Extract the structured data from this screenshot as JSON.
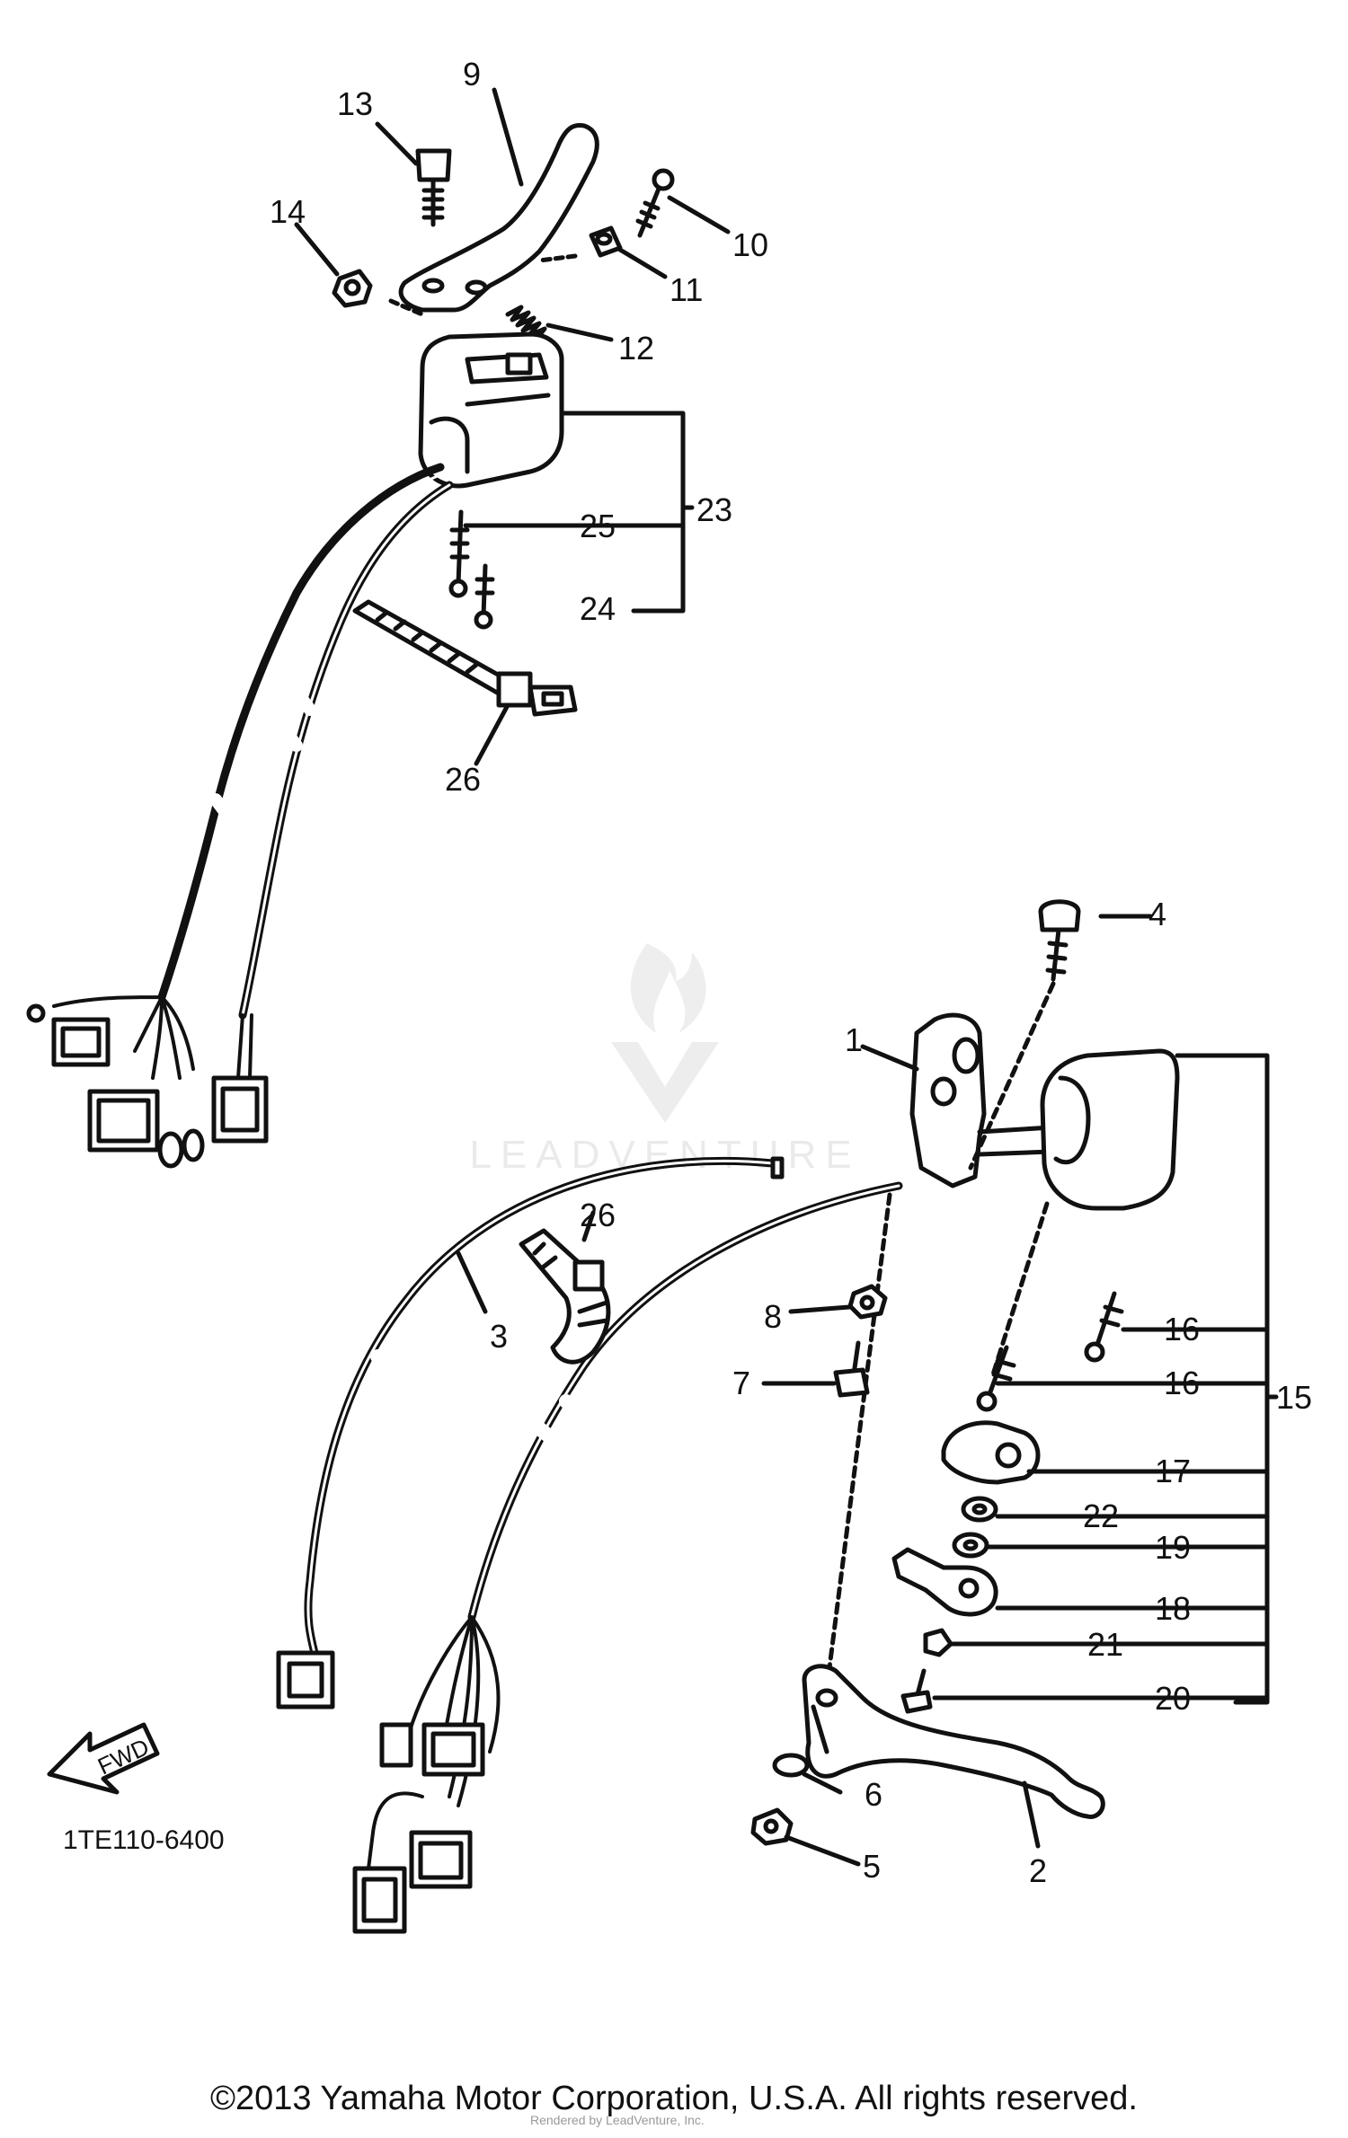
{
  "diagram": {
    "part_number_code": "1TE110-6400",
    "direction_label": "FWD",
    "watermark_text": "LEADVENTURE",
    "copyright": "©2013 Yamaha Motor Corporation, U.S.A. All rights reserved.",
    "render_credit": "Rendered by LeadVenture, Inc.",
    "callouts": {
      "c1": "1",
      "c2": "2",
      "c3": "3",
      "c4": "4",
      "c5": "5",
      "c6": "6",
      "c7": "7",
      "c8": "8",
      "c9": "9",
      "c10": "10",
      "c11": "11",
      "c12": "12",
      "c13": "13",
      "c14": "14",
      "c15": "15",
      "c16a": "16",
      "c16b": "16",
      "c17": "17",
      "c18": "18",
      "c19": "19",
      "c20": "20",
      "c21": "21",
      "c22": "22",
      "c23": "23",
      "c24": "24",
      "c25": "25",
      "c26a": "26",
      "c26b": "26"
    }
  }
}
